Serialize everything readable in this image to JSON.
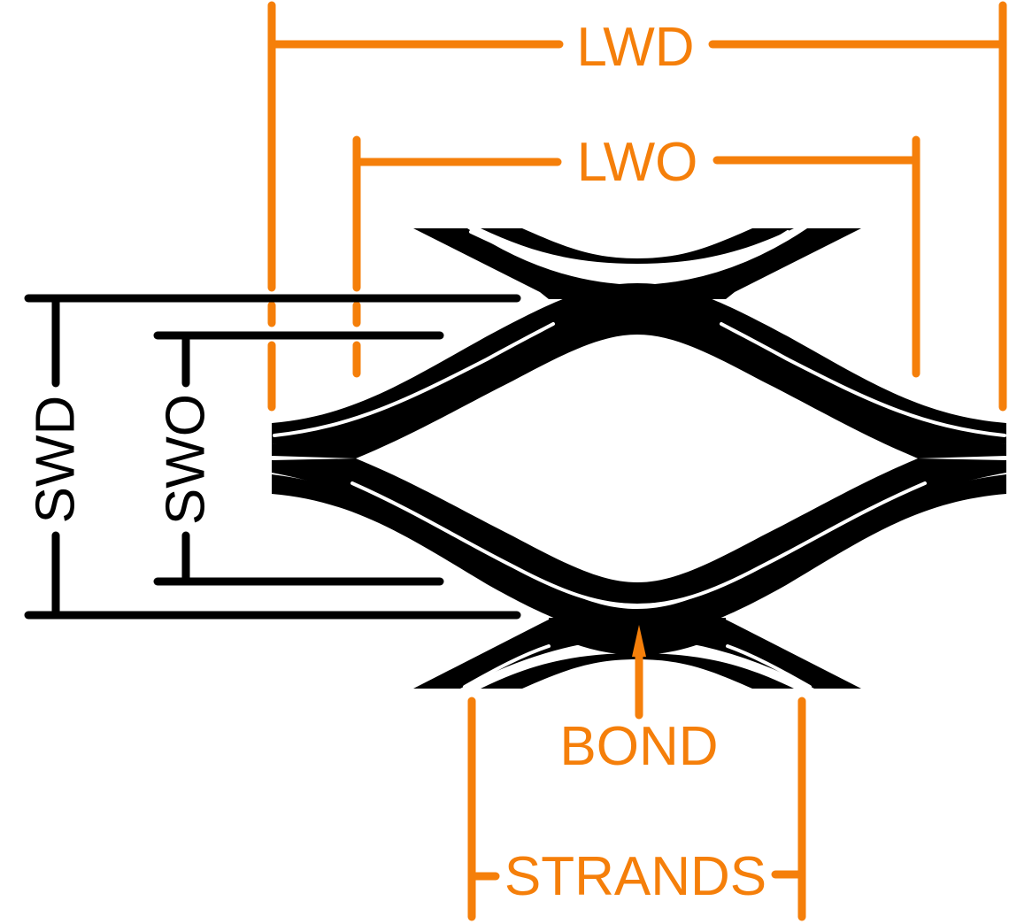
{
  "labels": {
    "lwd": "LWD",
    "lwo": "LWO",
    "swd": "SWD",
    "swo": "SWO",
    "bond": "BOND",
    "strands": "STRANDS"
  },
  "colors": {
    "accent": "#F57F0A",
    "ink": "#000000",
    "background": "#FFFFFF"
  }
}
